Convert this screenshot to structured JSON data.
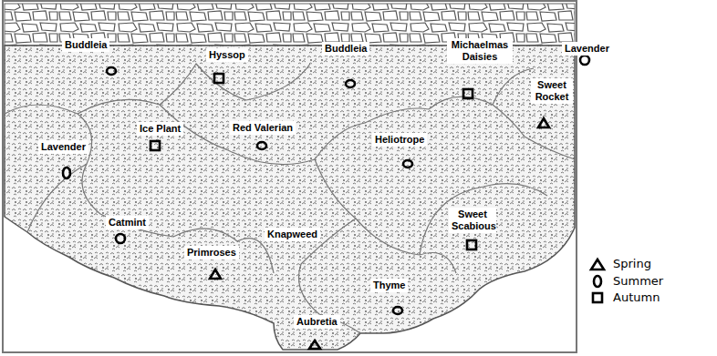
{
  "diagram": {
    "labels": [
      "Buddleia",
      "Hyssop",
      "Buddleia",
      "Michaelmas Daisies",
      "Lavender",
      "Sweet Rocket",
      "Ice Plant",
      "Red Valerian",
      "Lavender",
      "Heliotrope",
      "Catmint",
      "Primroses",
      "Knapweed",
      "Sweet Scabious",
      "Thyme",
      "Aubretia"
    ],
    "legend": [
      {
        "text": "Spring"
      },
      {
        "text": "Summer"
      },
      {
        "text": "Autumn"
      }
    ]
  }
}
